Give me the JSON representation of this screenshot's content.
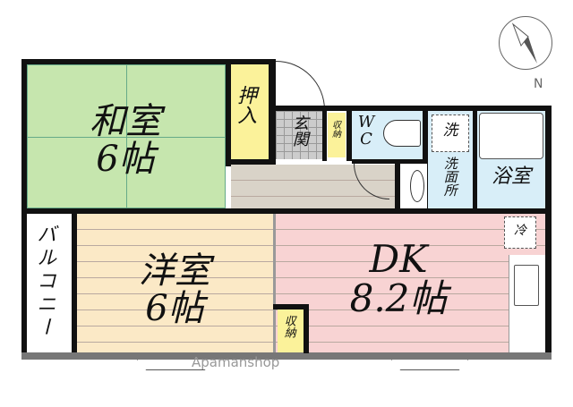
{
  "rooms": {
    "washitsu": {
      "name": "和室",
      "size": "6帖",
      "color": "#c6e6ae"
    },
    "oshiire": {
      "name": "押入",
      "color": "#fbf29a"
    },
    "genkan": {
      "name": "玄関"
    },
    "storage_entry": {
      "name": "収納"
    },
    "wc": {
      "name": "WC",
      "color": "#d8eef8"
    },
    "washer": {
      "name": "洗"
    },
    "senmenjo": {
      "name": "洗面所"
    },
    "bath": {
      "name": "浴室"
    },
    "balcony": {
      "name": "バルコニー"
    },
    "yoshitsu": {
      "name": "洋室",
      "size": "6帖",
      "color": "#fbe9c6"
    },
    "storage_room": {
      "name": "収納"
    },
    "dk": {
      "name": "DK",
      "size": "8.2帖",
      "color": "#f8d3d3"
    },
    "fridge": {
      "name": "冷"
    }
  },
  "compass": {
    "label": "N"
  },
  "watermark": "Apamanshop"
}
